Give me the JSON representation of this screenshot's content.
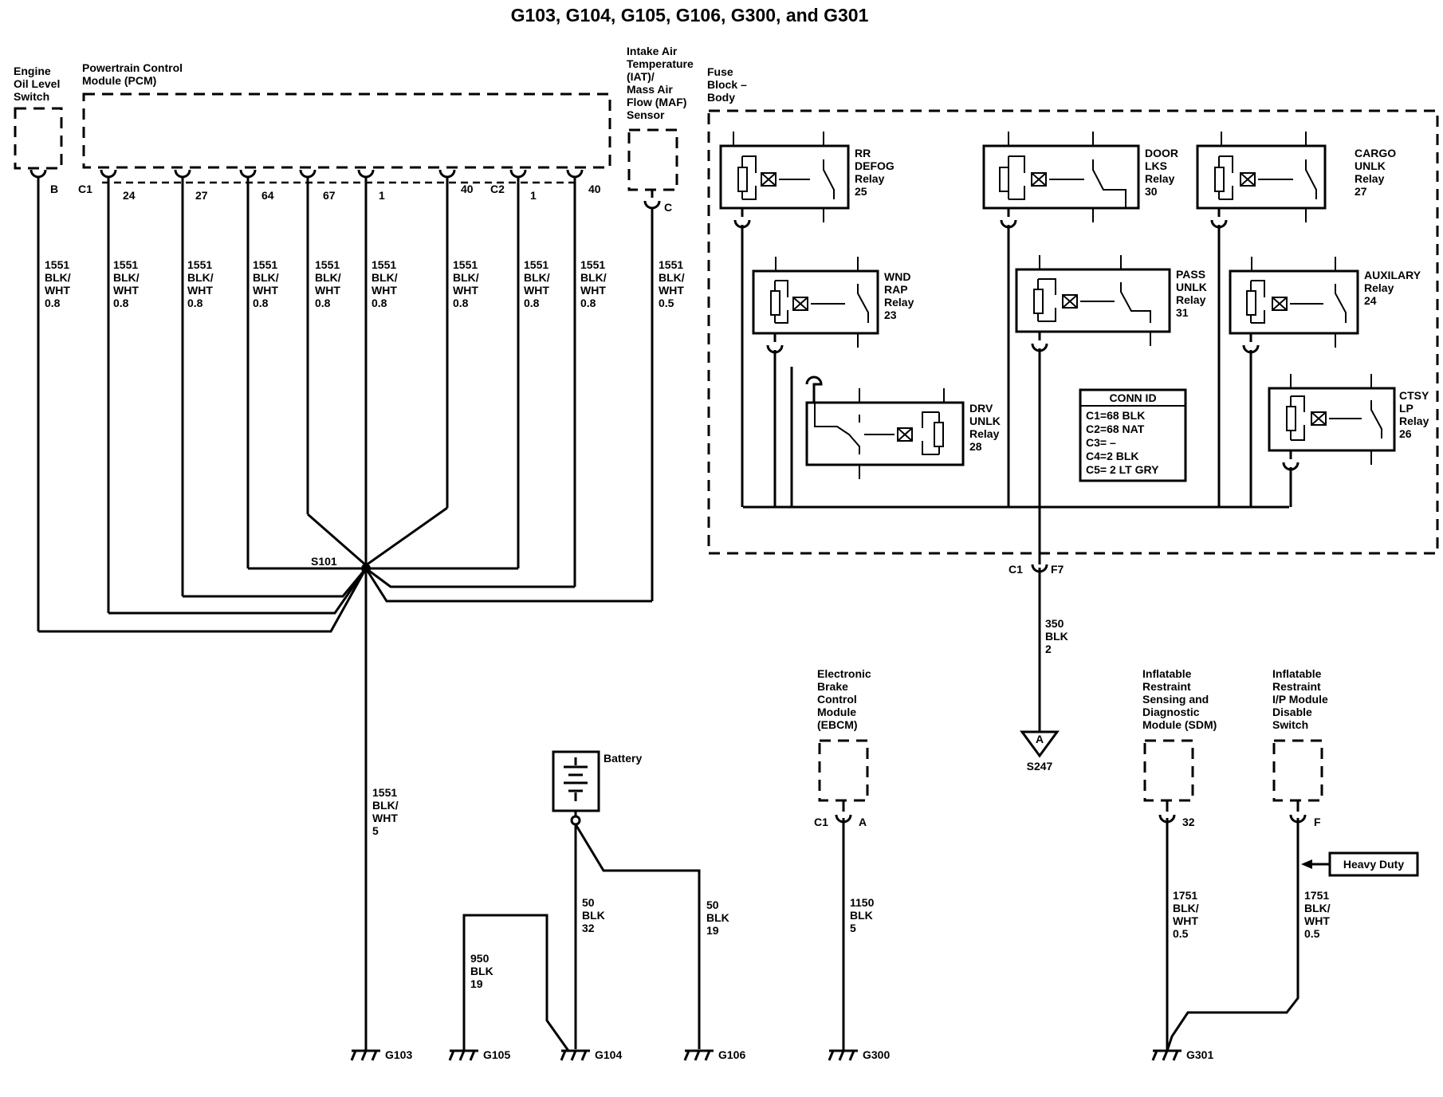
{
  "title": "G103, G104, G105, G106, G300, and G301",
  "components": {
    "oil_switch": [
      "Engine",
      "Oil Level",
      "Switch"
    ],
    "pcm": [
      "Powertrain Control",
      "Module (PCM)"
    ],
    "iat_maf": [
      "Intake Air",
      "Temperature",
      "(IAT)/",
      "Mass Air",
      "Flow (MAF)",
      "Sensor"
    ],
    "fuse_block": [
      "Fuse",
      "Block –",
      "Body"
    ],
    "ebcm": [
      "Electronic",
      "Brake",
      "Control",
      "Module",
      "(EBCM)"
    ],
    "sdm": [
      "Inflatable",
      "Restraint",
      "Sensing and",
      "Diagnostic",
      "Module (SDM)"
    ],
    "ip_switch": [
      "Inflatable",
      "Restraint",
      "I/P Module",
      "Disable",
      "Switch"
    ],
    "battery": "Battery"
  },
  "relays": [
    {
      "id": "rr_defog",
      "lines": [
        "RR",
        "DEFOG",
        "Relay",
        "25"
      ]
    },
    {
      "id": "door_lks",
      "lines": [
        "DOOR",
        "LKS",
        "Relay",
        "30"
      ]
    },
    {
      "id": "cargo_unlk",
      "lines": [
        "CARGO",
        "UNLK",
        "Relay",
        "27"
      ]
    },
    {
      "id": "wnd_rap",
      "lines": [
        "WND",
        "RAP",
        "Relay",
        "23"
      ]
    },
    {
      "id": "pass_unlk",
      "lines": [
        "PASS",
        "UNLK",
        "Relay",
        "31"
      ]
    },
    {
      "id": "auxilary",
      "lines": [
        "AUXILARY",
        "Relay",
        "24"
      ]
    },
    {
      "id": "drv_unlk",
      "lines": [
        "DRV",
        "UNLK",
        "Relay",
        "28"
      ]
    },
    {
      "id": "ctsy_lp",
      "lines": [
        "CTSY",
        "LP",
        "Relay",
        "26"
      ]
    }
  ],
  "conn_id": {
    "header": "CONN ID",
    "rows": [
      "C1=68 BLK",
      "C2=68 NAT",
      "C3= –",
      "C4=2 BLK",
      "C5= 2 LT GRY"
    ]
  },
  "pins": {
    "oil_b": "B",
    "pcm_c1": "C1",
    "pcm_24": "24",
    "pcm_27": "27",
    "pcm_64": "64",
    "pcm_67": "67",
    "pcm_1a": "1",
    "pcm_40a": "40",
    "pcm_c2": "C2",
    "pcm_1b": "1",
    "pcm_40b": "40",
    "iat_c": "C",
    "fuse_c1": "C1",
    "fuse_f7": "F7",
    "ebcm_c1": "C1",
    "ebcm_a": "A",
    "sdm_32": "32",
    "ip_f": "F"
  },
  "wires": {
    "oil": [
      "1551",
      "BLK/",
      "WHT",
      "0.8"
    ],
    "pcm24": [
      "1551",
      "BLK/",
      "WHT",
      "0.8"
    ],
    "pcm27": [
      "1551",
      "BLK/",
      "WHT",
      "0.8"
    ],
    "pcm64": [
      "1551",
      "BLK/",
      "WHT",
      "0.8"
    ],
    "pcm67": [
      "1551",
      "BLK/",
      "WHT",
      "0.8"
    ],
    "pcm1": [
      "1551",
      "BLK/",
      "WHT",
      "0.8"
    ],
    "pcm40": [
      "1551",
      "BLK/",
      "WHT",
      "0.8"
    ],
    "pcmc2_1": [
      "1551",
      "BLK/",
      "WHT",
      "0.8"
    ],
    "pcmc2_40": [
      "1551",
      "BLK/",
      "WHT",
      "0.8"
    ],
    "iat": [
      "1551",
      "BLK/",
      "WHT",
      "0.5"
    ],
    "main": [
      "1551",
      "BLK/",
      "WHT",
      "5"
    ],
    "fuse": [
      "350",
      "BLK",
      "2"
    ],
    "bat1": [
      "50",
      "BLK",
      "32"
    ],
    "bat2": [
      "50",
      "BLK",
      "19"
    ],
    "g105": [
      "950",
      "BLK",
      "19"
    ],
    "ebcm": [
      "1150",
      "BLK",
      "5"
    ],
    "sdm": [
      "1751",
      "BLK/",
      "WHT",
      "0.5"
    ],
    "ip": [
      "1751",
      "BLK/",
      "WHT",
      "0.5"
    ]
  },
  "splices": {
    "s101": "S101"
  },
  "connector_ref": {
    "letter": "A",
    "label": "S247"
  },
  "option_tag": "Heavy Duty",
  "grounds": [
    "G103",
    "G105",
    "G104",
    "G106",
    "G300",
    "G301"
  ]
}
